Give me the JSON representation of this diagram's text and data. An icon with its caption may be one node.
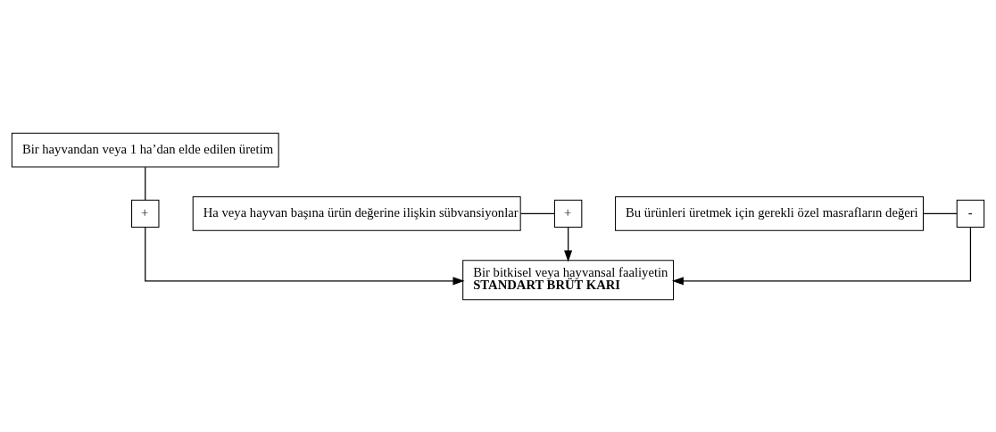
{
  "diagram": {
    "nodes": [
      {
        "text": [
          "Bir hayvandan veya 1 ha’dan elde edilen üretim"
        ]
      },
      {
        "text": [
          "+"
        ]
      },
      {
        "text": [
          "Ha veya hayvan başına ürün değerine ilişkin sübvansiyonlar"
        ]
      },
      {
        "text": [
          "+"
        ]
      },
      {
        "text": [
          "Bu ürünleri üretmek için gerekli özel masrafların değeri"
        ]
      },
      {
        "text": [
          "-"
        ]
      },
      {
        "text": [
          "Bir bitkisel veya hayvansal faaliyetin",
          "STANDART BRÜT KARI"
        ]
      }
    ],
    "edges": [
      {
        "from": 0,
        "to": 1,
        "arrow": "none"
      },
      {
        "from": 1,
        "to": 6,
        "arrow": "to"
      },
      {
        "from": 2,
        "to": 3,
        "arrow": "none"
      },
      {
        "from": 3,
        "to": 6,
        "arrow": "to"
      },
      {
        "from": 4,
        "to": 5,
        "arrow": "none"
      },
      {
        "from": 5,
        "to": 6,
        "arrow": "to"
      }
    ]
  }
}
